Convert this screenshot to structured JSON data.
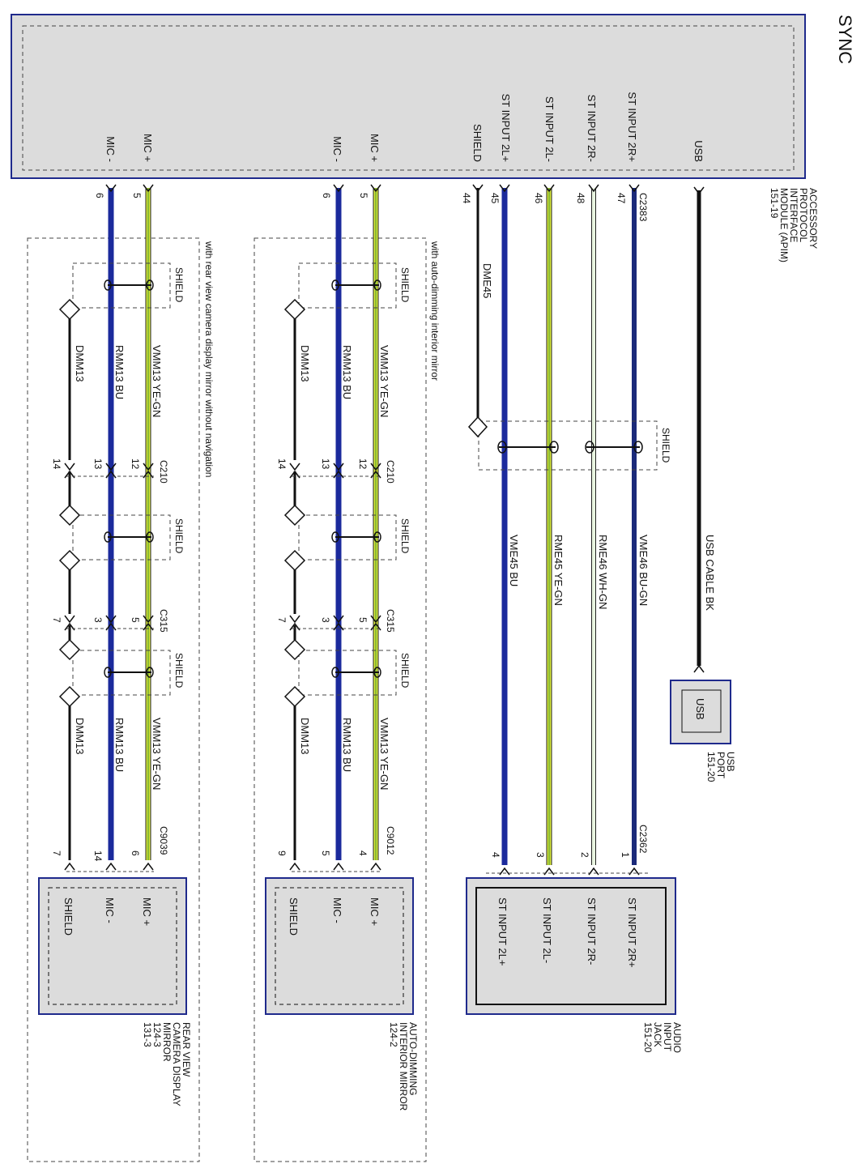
{
  "title": "SYNC",
  "modules": {
    "apim": {
      "label_lines": [
        "ACCESSORY",
        "PROTOCOL",
        "INTERFACE",
        "MODULE (APIM)",
        "151-19"
      ],
      "pins": [
        "MIC -",
        "MIC +",
        "MIC -",
        "MIC +",
        "SHIELD",
        "ST INPUT 2L+",
        "ST INPUT 2L-",
        "ST INPUT 2R-",
        "ST INPUT 2R+",
        "USB"
      ],
      "connector": "C2383"
    },
    "usb_port": {
      "label_lines": [
        "USB",
        "PORT",
        "151-20"
      ],
      "inner": "USB"
    },
    "audio_jack": {
      "label_lines": [
        "AUDIO",
        "INPUT",
        "JACK",
        "151-20"
      ],
      "pins": [
        "ST INPUT 2R+",
        "ST INPUT 2R-",
        "ST INPUT 2L-",
        "ST INPUT 2L+"
      ],
      "connector": "C2362"
    },
    "auto_dimming_mirror": {
      "label_lines": [
        "AUTO-DIMMING",
        "INTERIOR MIRROR",
        "124-2"
      ],
      "pins": [
        "MIC +",
        "MIC -",
        "SHIELD"
      ],
      "connector": "C9012"
    },
    "rear_view_mirror": {
      "label_lines": [
        "REAR VIEW",
        "CAMERA DISPLAY",
        "MIRROR",
        "124-3",
        "131-3"
      ],
      "pins": [
        "MIC +",
        "MIC -",
        "SHIELD"
      ],
      "connector": "C9039"
    }
  },
  "options": {
    "auto_dimming": "with auto-dimming interior mirror",
    "rear_view": "with rear view camera display mirror without navigation"
  },
  "connectors": {
    "c210": "C210",
    "c315": "C315"
  },
  "shield_label": "SHIELD",
  "wires": {
    "usb_cable": "USB CABLE   BK",
    "vme46": "VME46   BU-GN",
    "rme46": "RME46   WH-GN",
    "rme45": "RME45   YE-GN",
    "vme45": "VME45   BU",
    "dme45": "DME45",
    "vmm13": "VMM13   YE-GN",
    "rmm13": "RMM13   BU",
    "dmm13": "DMM13"
  },
  "pin_numbers": {
    "apim": [
      "6",
      "5",
      "6",
      "5",
      "44",
      "45",
      "46",
      "48",
      "47"
    ],
    "jack": [
      "4",
      "3",
      "2",
      "1"
    ],
    "auto": {
      "c210": [
        "13",
        "12",
        "14"
      ],
      "c315": [
        "3",
        "5",
        "7"
      ],
      "c9012": [
        "5",
        "4",
        "9"
      ]
    },
    "rear": {
      "c210": [
        "13",
        "12",
        "14"
      ],
      "c315": [
        "3",
        "5",
        "7"
      ],
      "c9039": [
        "14",
        "6",
        "7"
      ]
    }
  },
  "colors": {
    "module_fill": "#dcdcdc",
    "module_border": "#1f2a8c",
    "bu": "#1b2a9c",
    "bu_gn": "#1b2a7a",
    "ye_gn": "#d8e83a",
    "wh_gn": "#e8f4e0",
    "bk": "#111111"
  }
}
